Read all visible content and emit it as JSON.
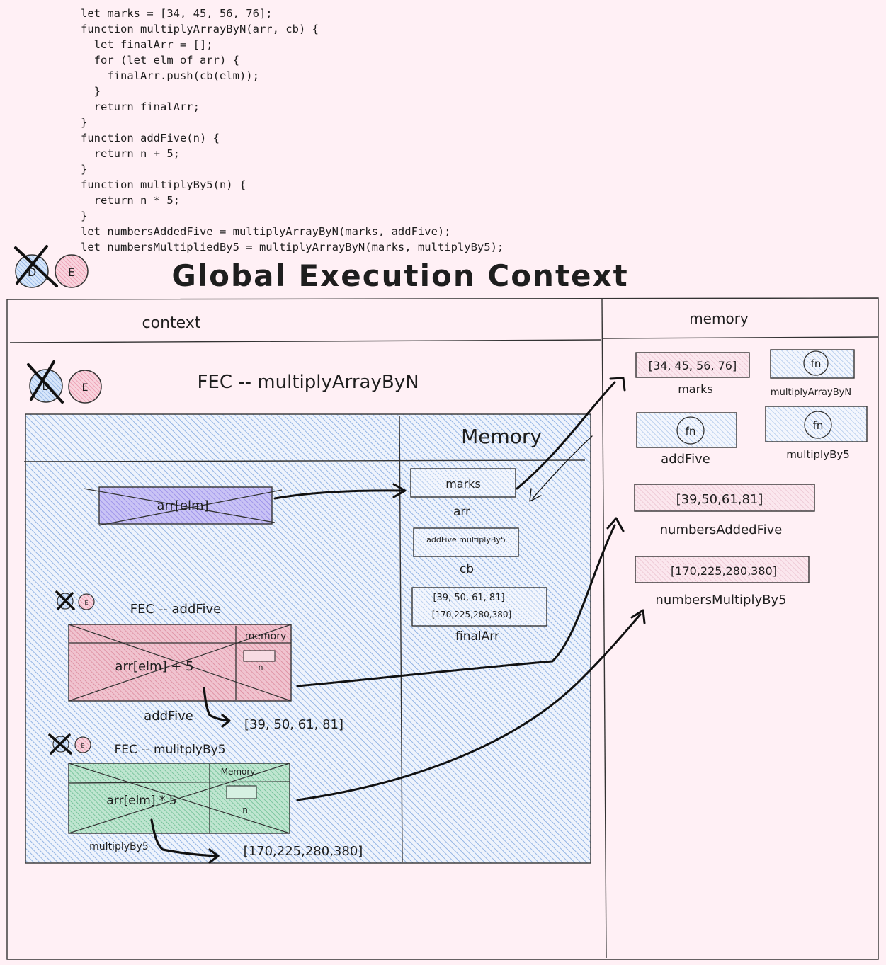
{
  "code_lines": [
    "let marks = [34, 45, 56, 76];",
    "function multiplyArrayByN(arr, cb) {",
    "  let finalArr = [];",
    "  for (let elm of arr) {",
    "    finalArr.push(cb(elm));",
    "  }",
    "  return finalArr;",
    "}",
    "function addFive(n) {",
    "  return n + 5;",
    "}",
    "function multiplyBy5(n) {",
    "  return n * 5;",
    "}",
    "let numbersAddedFive = multiplyArrayByN(marks, addFive);",
    "let numbersMultipliedBy5 = multiplyArrayByN(marks, multiplyBy5);"
  ],
  "global": {
    "title": "Global Execution Context",
    "context_header": "context",
    "memory_header": "memory",
    "badge_d": "D",
    "badge_e": "E"
  },
  "global_memory": {
    "marks_value": "[34, 45, 56, 76]",
    "marks_label": "marks",
    "fn_badge": "fn",
    "multiplyArrayByN_label": "multiplyArrayByN",
    "addFive_label": "addFive",
    "multiplyBy5_label": "multiplyBy5",
    "numbersAddedFive_value": "[39,50,61,81]",
    "numbersAddedFive_label": "numbersAddedFive",
    "numbersMultiplyBy5_value": "[170,225,280,380]",
    "numbersMultiplyBy5_label": "numbersMultiplyBy5"
  },
  "fec_main": {
    "title": "FEC -- multiplyArrayByN",
    "memory_header": "Memory",
    "code_text": "arr[elm]",
    "arr_value": "marks",
    "arr_label": "arr",
    "cb_value": "addFive  multiplyBy5",
    "cb_label": "cb",
    "finalArr_value_1": "[39, 50, 61, 81]",
    "finalArr_value_2": "[170,225,280,380]",
    "finalArr_label": "finalArr"
  },
  "fec_addFive": {
    "title": "FEC -- addFive",
    "memory_header": "memory",
    "code_text": "arr[elm] + 5",
    "param": "n",
    "caption": "addFive",
    "result": "[39, 50, 61, 81]"
  },
  "fec_multiplyBy5": {
    "title": "FEC -- mulitplyBy5",
    "memory_header": "Memory",
    "code_text": "arr[elm] * 5",
    "param": "n",
    "caption": "multiplyBy5",
    "result": "[170,225,280,380]"
  },
  "colors": {
    "background": "#fff0f5",
    "blue_hatch": "#a5c8f0",
    "purple_fill": "#b0a8ee",
    "red_fill": "#e8a0b0",
    "green_fill": "#8fcfae",
    "badge_d": "#a5c8f0",
    "badge_e": "#f4b3c2"
  }
}
